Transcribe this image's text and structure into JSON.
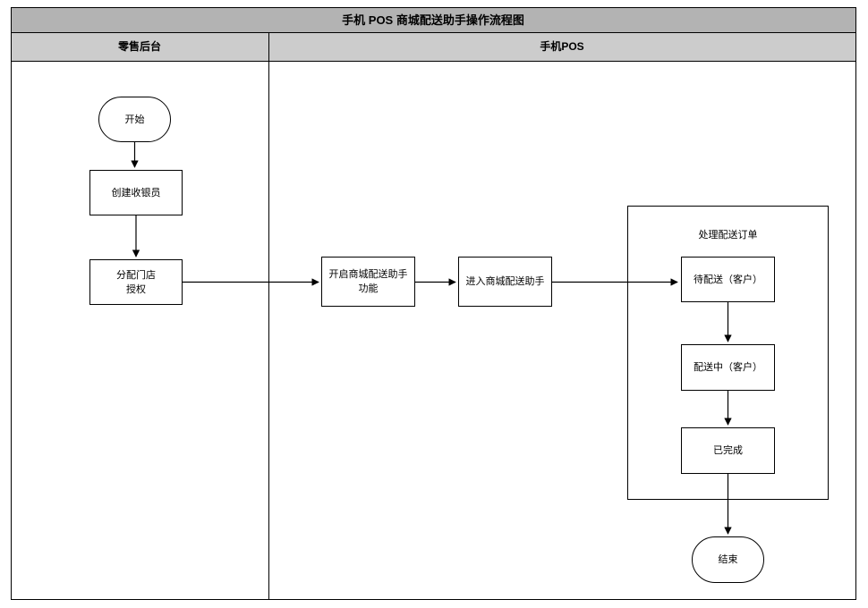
{
  "diagram": {
    "title": "手机 POS 商城配送助手操作流程图",
    "title_fill": "#b3b3b3",
    "header_fill": "#cccccc",
    "body_fill": "#ffffff",
    "stroke": "#000000",
    "lanes": [
      {
        "id": "lane-retail-backend",
        "label": "零售后台"
      },
      {
        "id": "lane-mobile-pos",
        "label": "手机POS"
      }
    ],
    "nodes": [
      {
        "id": "start",
        "label": "开始",
        "shape": "terminator"
      },
      {
        "id": "create-cashier",
        "label": "创建收银员",
        "shape": "process"
      },
      {
        "id": "assign-store-auth-line1",
        "label": "分配门店",
        "shape": "process"
      },
      {
        "id": "assign-store-auth-line2",
        "label": "授权",
        "shape": "process"
      },
      {
        "id": "enable-mall-delivery-line1",
        "label": "开启商城配送助手",
        "shape": "process"
      },
      {
        "id": "enable-mall-delivery-line2",
        "label": "功能",
        "shape": "process"
      },
      {
        "id": "enter-mall-delivery",
        "label": "进入商城配送助手",
        "shape": "process"
      },
      {
        "id": "group-process-orders",
        "label": "处理配送订单",
        "shape": "group"
      },
      {
        "id": "pending-delivery",
        "label": "待配送（客户）",
        "shape": "process"
      },
      {
        "id": "delivering",
        "label": "配送中（客户）",
        "shape": "process"
      },
      {
        "id": "completed",
        "label": "已完成",
        "shape": "process"
      },
      {
        "id": "end",
        "label": "结束",
        "shape": "terminator"
      }
    ]
  }
}
